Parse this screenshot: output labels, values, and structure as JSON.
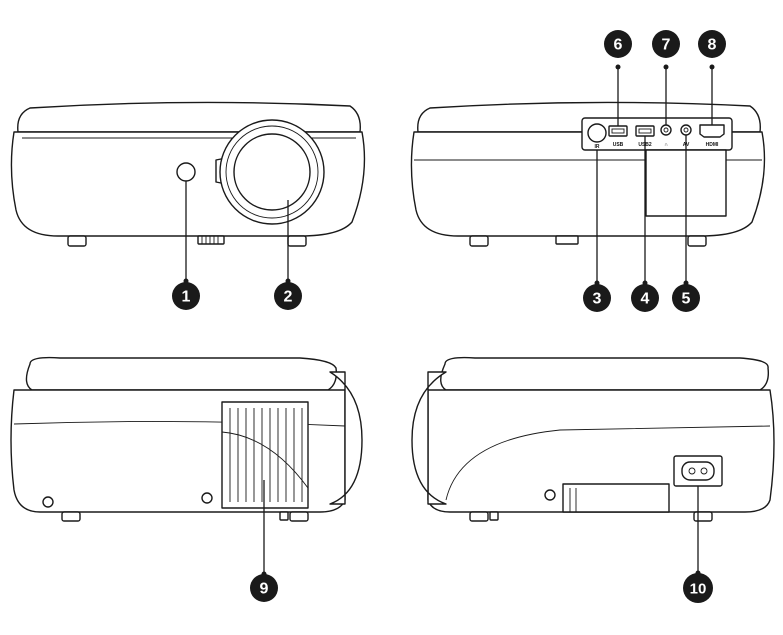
{
  "callouts": {
    "c1": "1",
    "c2": "2",
    "c3": "3",
    "c4": "4",
    "c5": "5",
    "c6": "6",
    "c7": "7",
    "c8": "8",
    "c9": "9",
    "c10": "10"
  },
  "port_labels": {
    "ir": "IR",
    "usb": "USB",
    "usb2": "USB2",
    "headphone": "∩",
    "av": "AV",
    "hdmi": "HDMI"
  },
  "colors": {
    "stroke": "#1a1a1a",
    "callout_fill": "#1a1a1a",
    "callout_text": "#ffffff"
  }
}
